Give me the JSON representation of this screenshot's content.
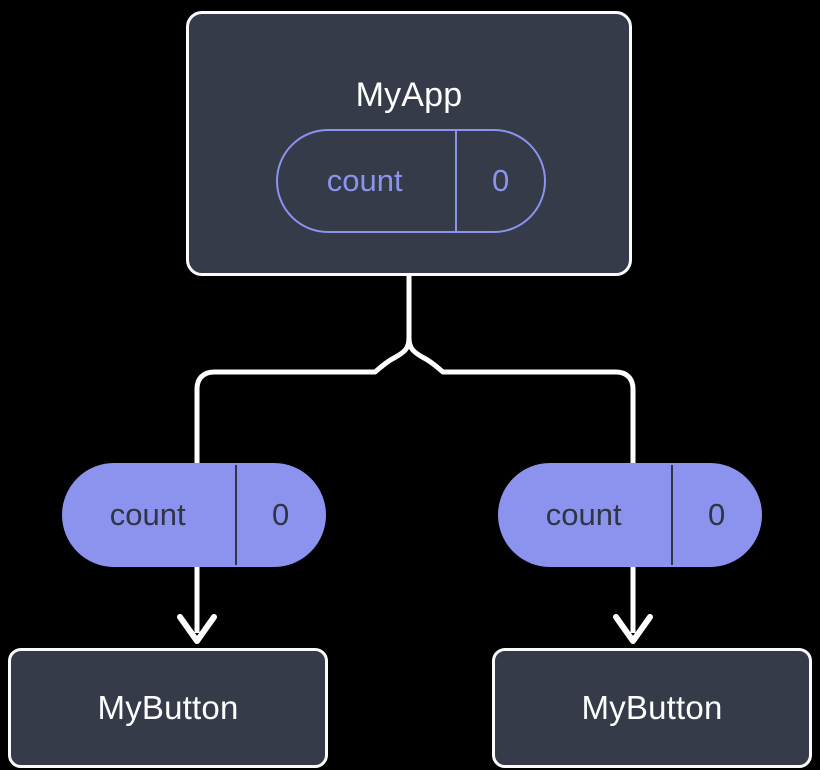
{
  "diagram": {
    "type": "component-state-tree",
    "background_color": "#000000",
    "accent_color": "#8b93ee",
    "card_fill_color": "#353b49",
    "card_border_color": "#fbfbfb",
    "edge_color": "#ffffff"
  },
  "root": {
    "title": "MyApp",
    "state": {
      "key": "count",
      "value": "0"
    }
  },
  "children": [
    {
      "prop": {
        "key": "count",
        "value": "0"
      },
      "title": "MyButton"
    },
    {
      "prop": {
        "key": "count",
        "value": "0"
      },
      "title": "MyButton"
    }
  ]
}
